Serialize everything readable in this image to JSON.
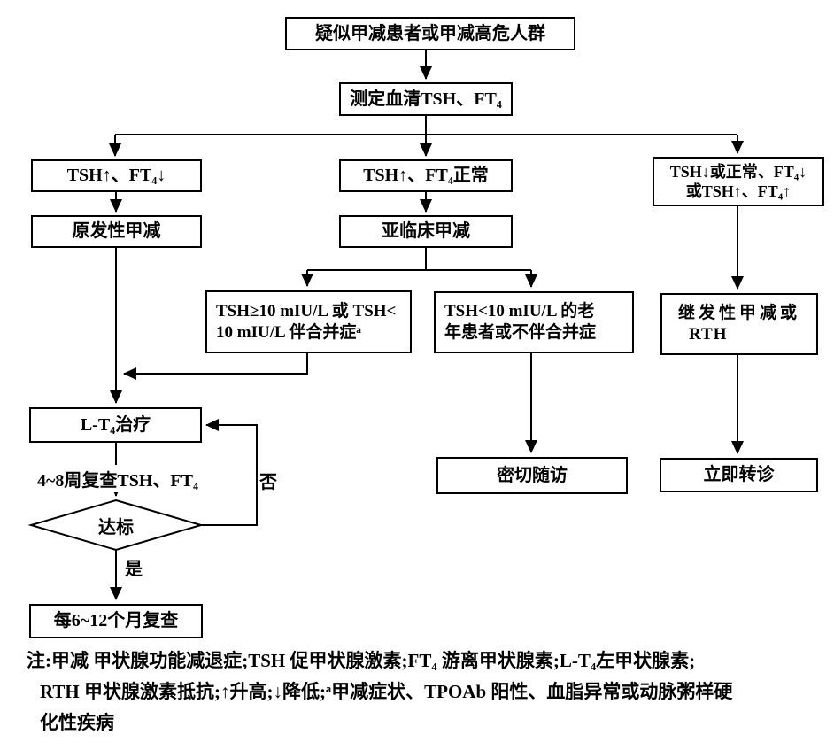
{
  "colors": {
    "background": "#ffffff",
    "line": "#000000",
    "box_border": "#000000",
    "text": "#000000"
  },
  "diagram": {
    "nodes": {
      "start": "疑似甲减患者或甲减高危人群",
      "measure": "测定血清TSH、FT₄",
      "overt_criteria": "TSH↑、FT₄↓",
      "primary": "原发性甲减",
      "subclinical_criteria": "TSH↑、FT₄正常",
      "subclinical": "亚临床甲减",
      "central_criteria_line1": "TSH↓或正常、FT₄↓",
      "central_criteria_line2": "或TSH↑、FT₄↑",
      "treat_criteria_line1": "TSH≥10 mIU/L 或 TSH<",
      "treat_criteria_line2": "10 mIU/L 伴合并症ᵃ",
      "observe_criteria_line1": "TSH<10 mIU/L 的老",
      "observe_criteria_line2": "年患者或不伴合并症",
      "secondary_line1": "继发性甲减或",
      "secondary_line2": "RTH",
      "lt4_treatment": "L-T₄治疗",
      "recheck_label": "4~8周复查TSH、FT₄",
      "target_check": "达标",
      "label_yes": "是",
      "label_no": "否",
      "periodic_review": "每6~12个月复查",
      "close_followup": "密切随访",
      "immediate_referral": "立即转诊"
    },
    "note": {
      "line1": "注:甲减 甲状腺功能减退症;TSH 促甲状腺激素;FT₄ 游离甲状腺素;L-T₄左甲状腺素;",
      "line2": "RTH 甲状腺激素抵抗;↑升高;↓降低;ᵃ甲减症状、TPOAb 阳性、血脂异常或动脉粥样硬",
      "line3": "化性疾病"
    }
  }
}
